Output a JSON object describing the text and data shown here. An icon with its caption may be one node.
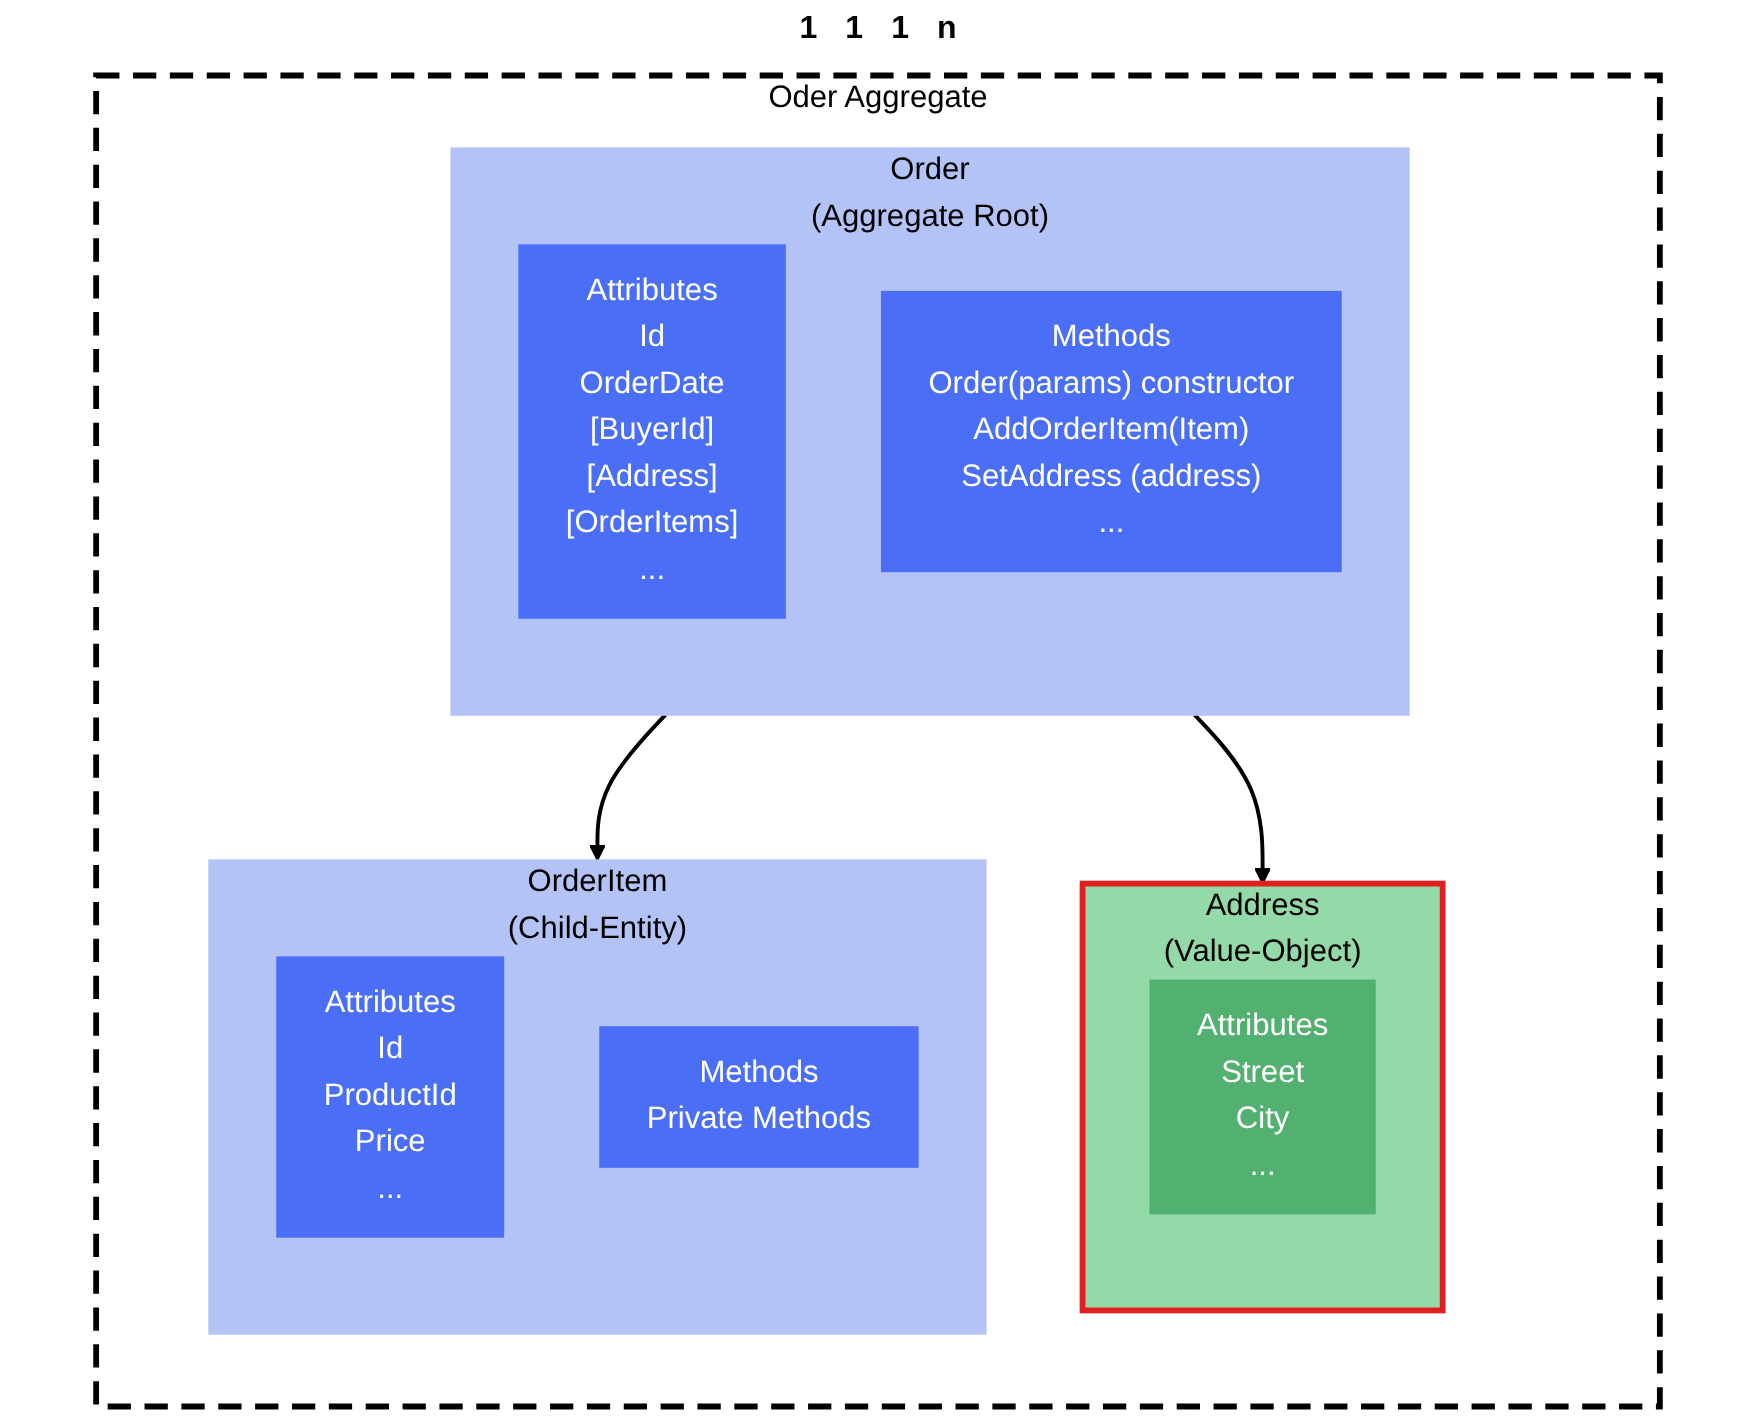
{
  "diagram": {
    "nodes": [
      {
        "text": [
          "Oder Aggregate"
        ]
      },
      {
        "text": [
          "Order",
          "(Aggregate Root)"
        ],
        "in": 0
      },
      {
        "text": [
          "Attributes",
          "Id",
          "OrderDate",
          "[BuyerId]",
          "[Address]",
          "[OrderItems]",
          "..."
        ],
        "in": 1
      },
      {
        "text": [
          "Methods",
          "Order(params) constructor",
          "AddOrderItem(Item)",
          "SetAddress (address)",
          "..."
        ],
        "in": 1
      },
      {
        "text": [
          "Address",
          "(Value-Object)"
        ],
        "in": 0
      },
      {
        "text": [
          "Attributes",
          "Street",
          "City",
          "..."
        ],
        "in": 4
      },
      {
        "text": [
          "OrderItem",
          "(Child-Entity)"
        ],
        "in": 0
      },
      {
        "text": [
          "Attributes",
          "Id",
          "ProductId",
          "Price",
          "..."
        ],
        "in": 6
      },
      {
        "text": [
          "Methods",
          "Private Methods"
        ],
        "in": 6
      }
    ],
    "edges": [
      {
        "from": 1,
        "to": 4,
        "arrow": "to"
      },
      {
        "from": 1,
        "to": 6,
        "arrow": "to"
      }
    ],
    "labels": [
      "1",
      "1",
      "1",
      "n"
    ]
  }
}
